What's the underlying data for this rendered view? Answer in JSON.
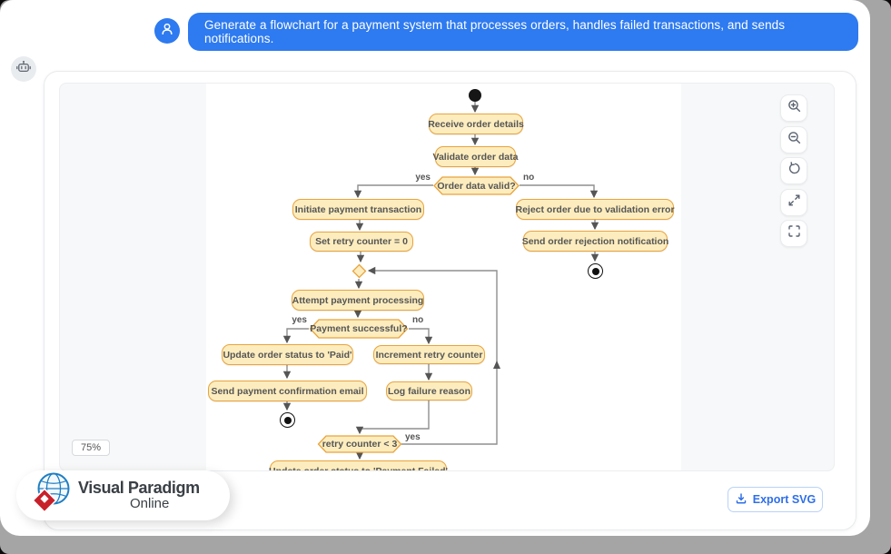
{
  "chat": {
    "user_message": "Generate a flowchart for a payment system that processes orders, handles failed transactions, and sends notifications.",
    "accent_color": "#2e7af0"
  },
  "flowchart": {
    "colors": {
      "node_fill": "#fdedbe",
      "node_border": "#e8a33d",
      "edge": "#8f8f8f"
    },
    "nodes": {
      "receive": {
        "label": "Receive order details"
      },
      "validate": {
        "label": "Validate order data"
      },
      "valid_q": {
        "label": "Order data valid?"
      },
      "initiate": {
        "label": "Initiate payment transaction"
      },
      "reject": {
        "label": "Reject order due to validation error"
      },
      "set_retry": {
        "label": "Set retry counter = 0"
      },
      "send_reject": {
        "label": "Send order rejection notification"
      },
      "attempt": {
        "label": "Attempt payment processing"
      },
      "success_q": {
        "label": "Payment successful?"
      },
      "update_paid": {
        "label": "Update order status to 'Paid'"
      },
      "increment": {
        "label": "Increment retry counter"
      },
      "send_confirm": {
        "label": "Send payment confirmation email"
      },
      "log_failure": {
        "label": "Log failure reason"
      },
      "retry_q": {
        "label": "retry counter < 3"
      },
      "update_failed": {
        "label": "Update order status to 'Payment Failed'"
      }
    },
    "edge_labels": {
      "valid_yes": "yes",
      "valid_no": "no",
      "success_yes": "yes",
      "success_no": "no",
      "retry_yes": "yes"
    }
  },
  "canvas": {
    "zoom_level": "75%",
    "controls": [
      {
        "icon": "zoom-in-icon"
      },
      {
        "icon": "zoom-out-icon"
      },
      {
        "icon": "reset-view-icon"
      },
      {
        "icon": "expand-icon"
      },
      {
        "icon": "fit-screen-icon"
      }
    ]
  },
  "footer": {
    "brand_line1": "Visual Paradigm",
    "brand_line2": "Online",
    "export_button": "Export SVG"
  }
}
